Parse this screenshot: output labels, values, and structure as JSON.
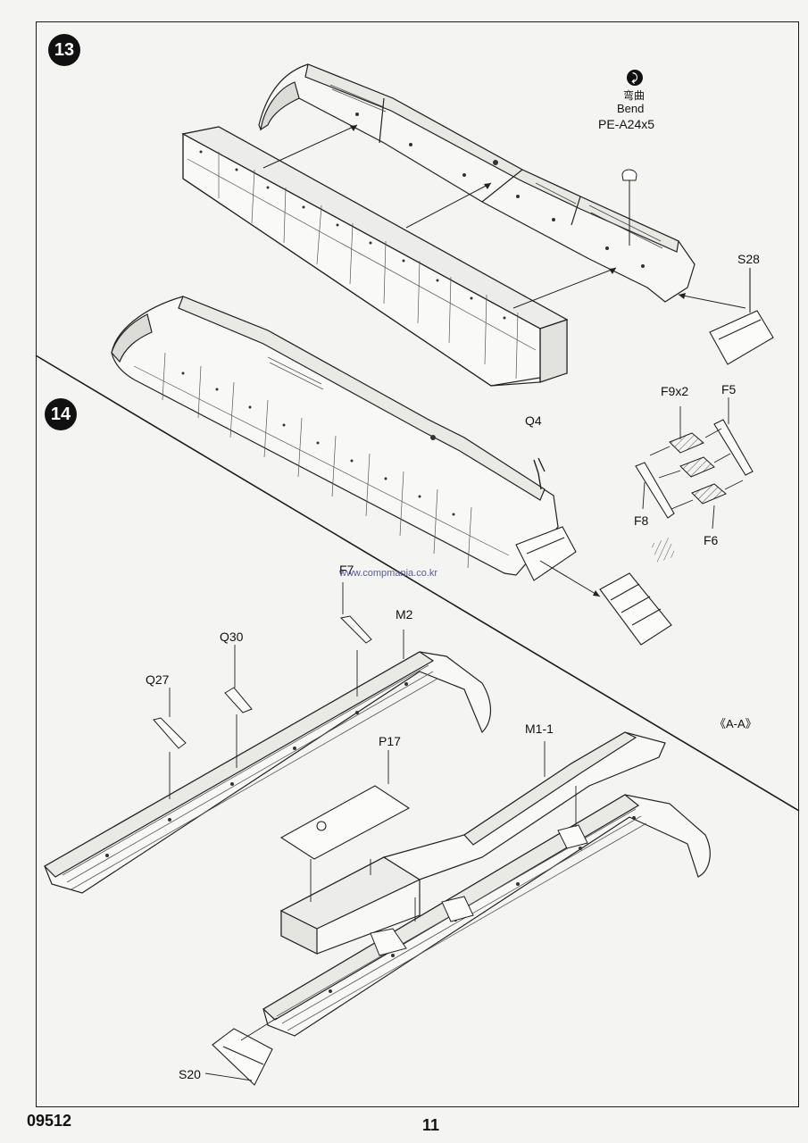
{
  "steps": {
    "step13": {
      "number": "13"
    },
    "step14": {
      "number": "14"
    }
  },
  "step13_labels": {
    "bend_cn": "弯曲",
    "bend_en": "Bend",
    "photoetch": "PE-A24x5",
    "s28": "S28"
  },
  "step14_labels": {
    "q4": "Q4",
    "f9x2": "F9x2",
    "f5": "F5",
    "f8": "F8",
    "f6": "F6",
    "f7": "F7",
    "m2": "M2",
    "q30": "Q30",
    "q27": "Q27",
    "p17": "P17",
    "m1_1": "M1-1",
    "section": "《A-A》",
    "s20": "S20",
    "watermark": "www.compmania.co.kr"
  },
  "footer": {
    "kit_number": "09512",
    "page_number": "11"
  }
}
